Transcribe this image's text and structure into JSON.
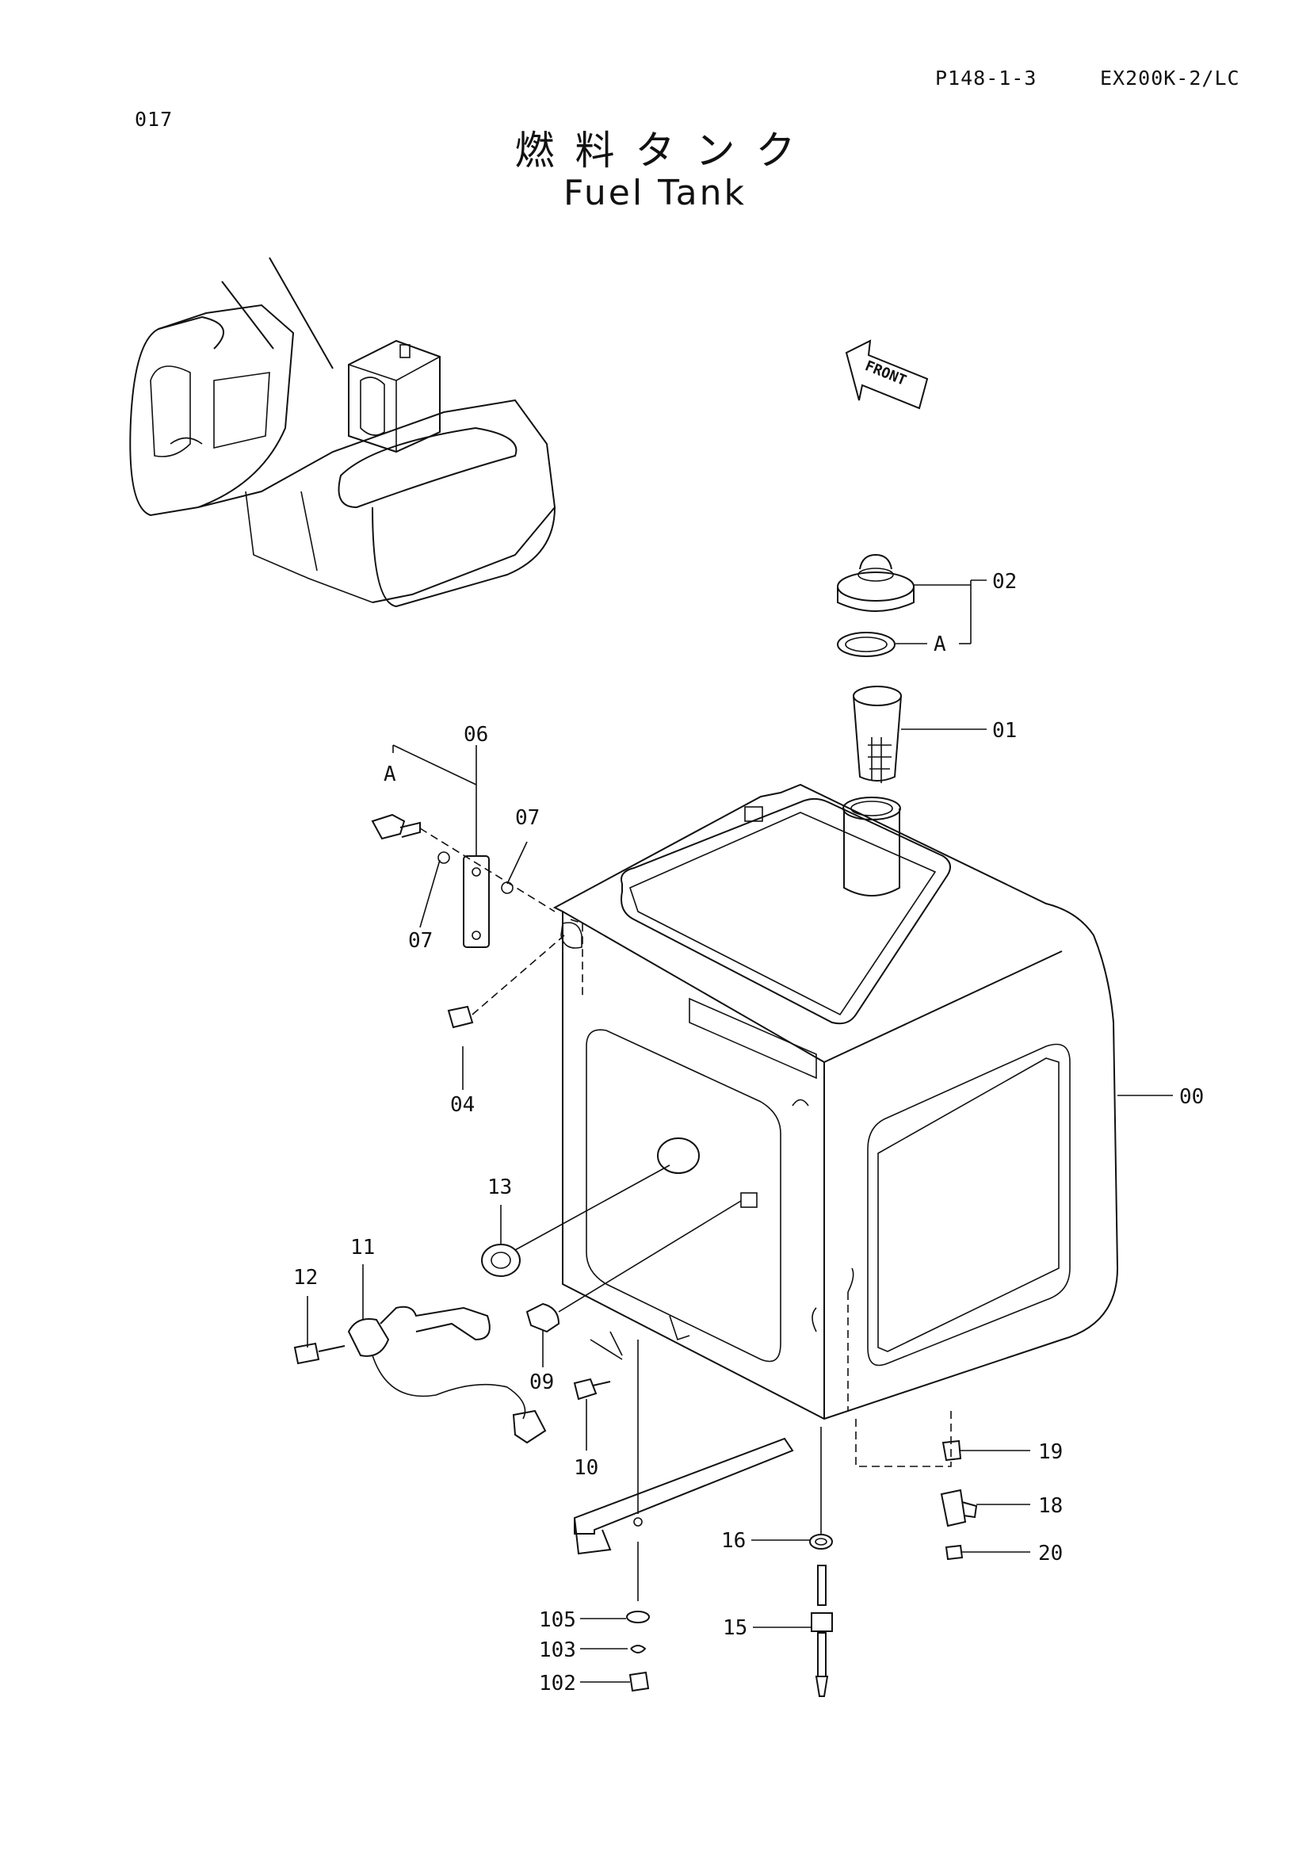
{
  "header": {
    "page_code": "P148-1-3",
    "model": "EX200K-2/LC",
    "page_number": "017"
  },
  "title": {
    "japanese": "燃料タンク",
    "english": "Fuel Tank"
  },
  "direction_marker": "FRONT",
  "callouts": {
    "c00": "00",
    "c01": "01",
    "c02": "02",
    "cA1": "A",
    "c04": "04",
    "c06": "06",
    "c07a": "07",
    "c07b": "07",
    "cA2": "A",
    "c09": "09",
    "c10": "10",
    "c11": "11",
    "c12": "12",
    "c13": "13",
    "c15": "15",
    "c16": "16",
    "c18": "18",
    "c19": "19",
    "c20": "20",
    "c102": "102",
    "c103": "103",
    "c105": "105"
  }
}
